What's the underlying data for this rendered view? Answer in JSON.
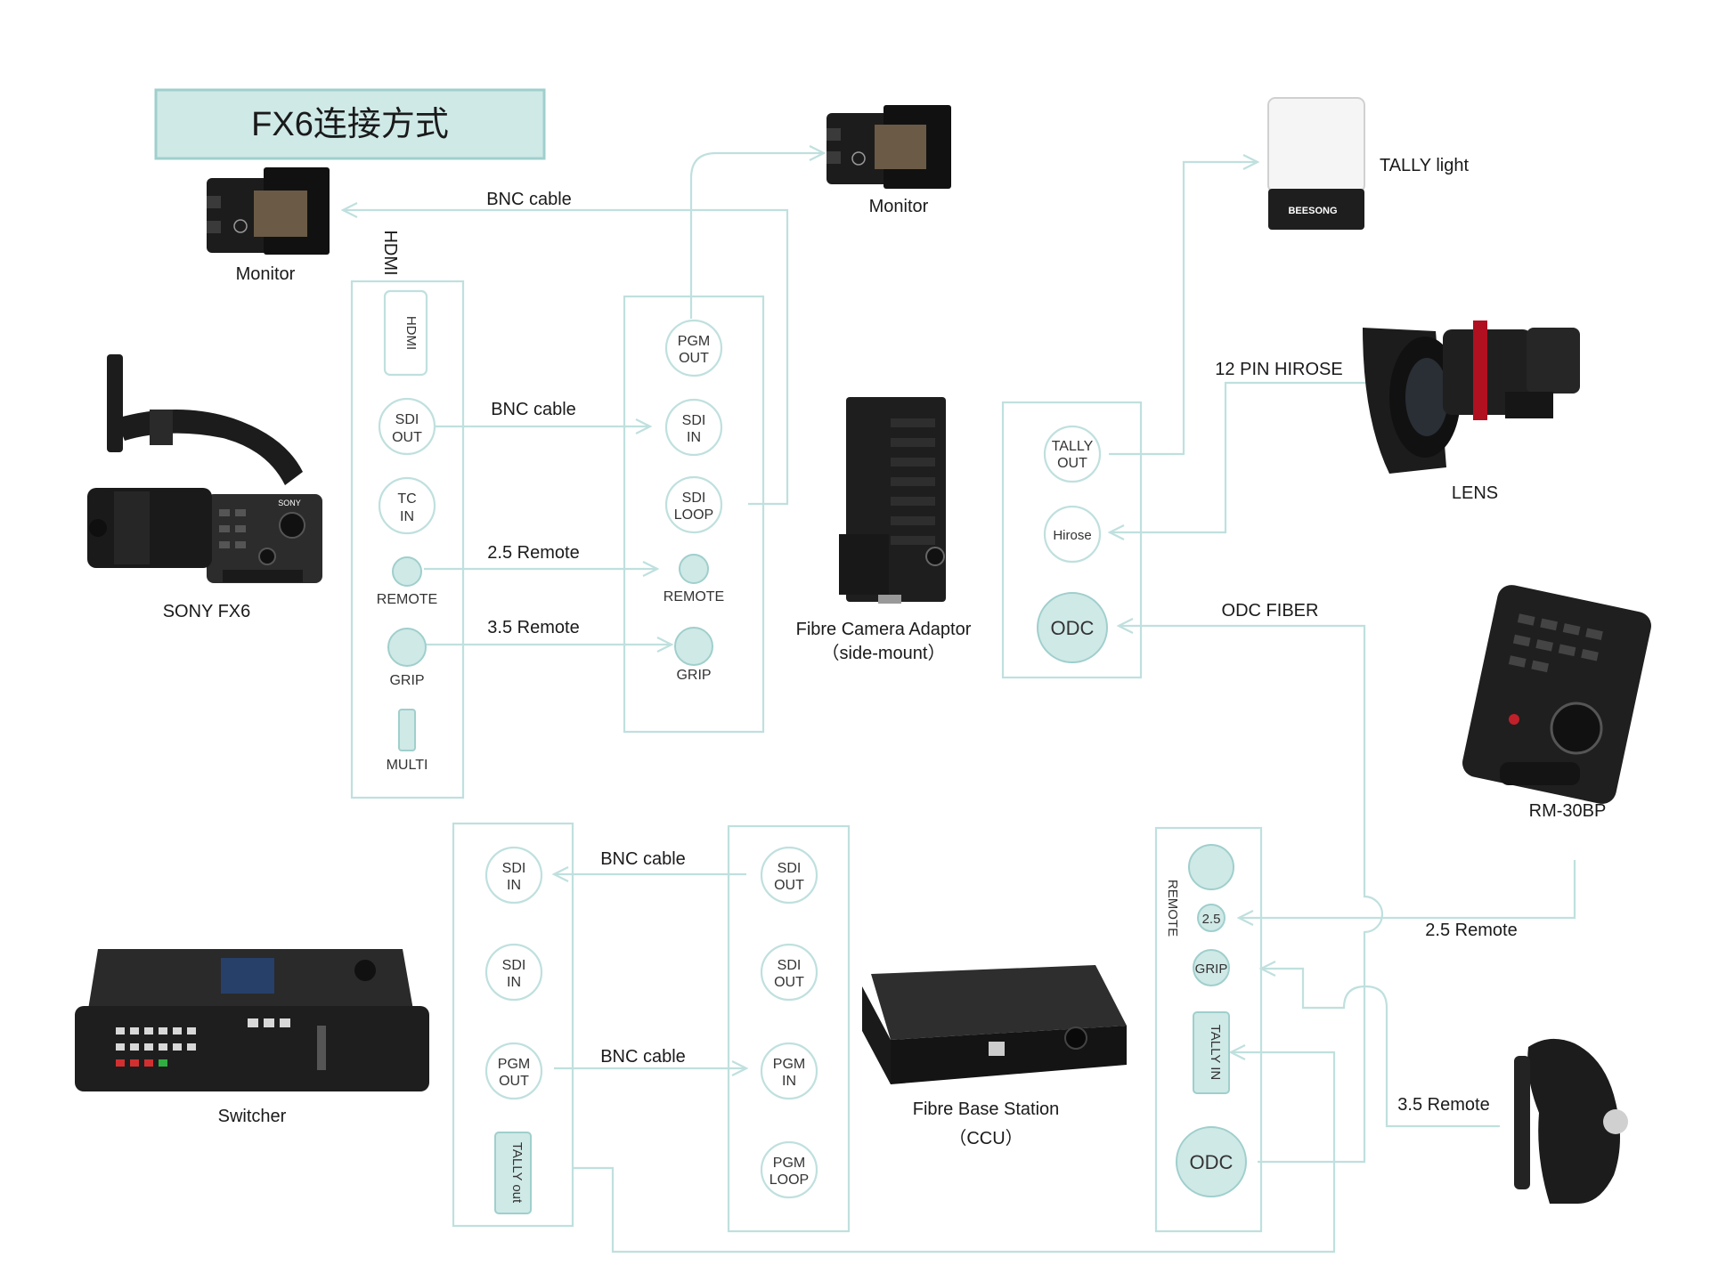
{
  "title": "FX6连接方式",
  "colors": {
    "line": "#bfe0de",
    "port_fill": "#cfe9e7",
    "title_fill": "#cfe9e7",
    "title_border": "#9fcfcc",
    "device_dark": "#1c1c1c"
  },
  "devices": {
    "monitor_left": "Monitor",
    "monitor_top": "Monitor",
    "sony_fx6": "SONY FX6",
    "tally_light": "TALLY light",
    "lens": "LENS",
    "fibre_adaptor": "Fibre Camera Adaptor",
    "fibre_adaptor_sub": "（side-mount）",
    "rm30bp": "RM-30BP",
    "switcher": "Switcher",
    "base_station": "Fibre Base Station",
    "base_station_sub": "（CCU）",
    "tally_brand": "BEESONG",
    "sony_brand": "SONY"
  },
  "cables": {
    "bnc_top": "BNC cable",
    "hdmi": "HDMI",
    "bnc_mid": "BNC cable",
    "remote25_top": "2.5 Remote",
    "remote35_top": "3.5 Remote",
    "pin12": "12 PIN HIROSE",
    "odc_fiber": "ODC FIBER",
    "bnc_bottom1": "BNC cable",
    "bnc_bottom2": "BNC cable",
    "remote25_bottom": "2.5 Remote",
    "remote35_bottom": "3.5 Remote"
  },
  "panels": {
    "camera": {
      "hdmi": "HDMI",
      "sdi_out": [
        "SDI",
        "OUT"
      ],
      "tc_in": [
        "TC",
        "IN"
      ],
      "remote": "REMOTE",
      "grip": "GRIP",
      "multi": "MULTI"
    },
    "adaptor": {
      "pgm_out": [
        "PGM",
        "OUT"
      ],
      "sdi_in": [
        "SDI",
        "IN"
      ],
      "sdi_loop": [
        "SDI",
        "LOOP"
      ],
      "remote": "REMOTE",
      "grip": "GRIP"
    },
    "adaptor_side": {
      "tally_out": [
        "TALLY",
        "OUT"
      ],
      "hirose": "Hirose",
      "odc": "ODC"
    },
    "switcher": {
      "sdi_in1": [
        "SDI",
        "IN"
      ],
      "sdi_in2": [
        "SDI",
        "IN"
      ],
      "pgm_out": [
        "PGM",
        "OUT"
      ],
      "tally_out": "TALLY out"
    },
    "ccu": {
      "sdi_out1": [
        "SDI",
        "OUT"
      ],
      "sdi_out2": [
        "SDI",
        "OUT"
      ],
      "pgm_in": [
        "PGM",
        "IN"
      ],
      "pgm_loop": [
        "PGM",
        "LOOP"
      ]
    },
    "ccu_side": {
      "remote": "REMOTE",
      "r25": "2.5",
      "grip": "GRIP",
      "tally_in": "TALLY IN",
      "odc": "ODC"
    }
  }
}
